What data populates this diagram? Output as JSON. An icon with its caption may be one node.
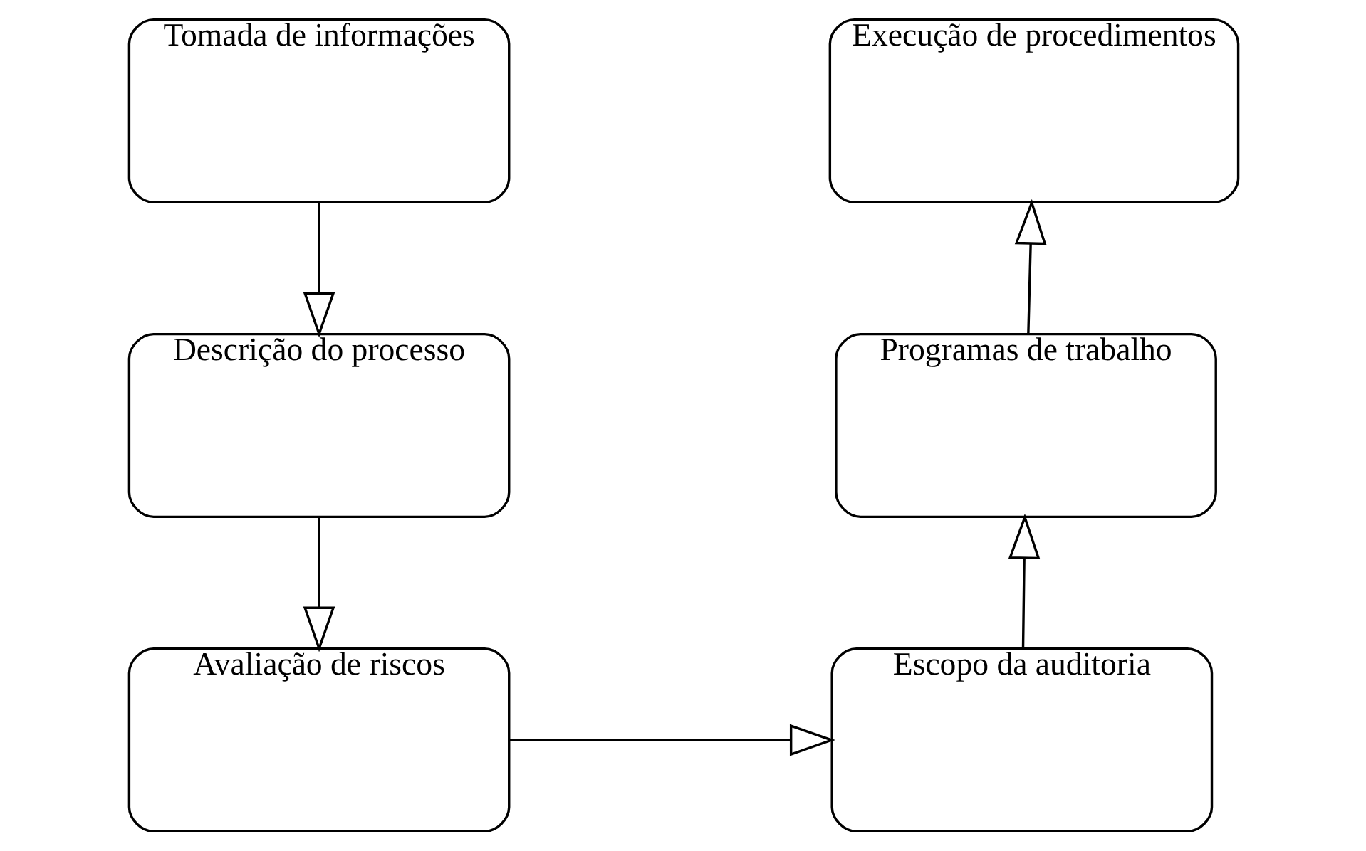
{
  "diagram": {
    "nodes": [
      {
        "text": [
          "Tomada de informações"
        ]
      },
      {
        "text": [
          "Descrição do processo"
        ]
      },
      {
        "text": [
          "Avaliação de riscos"
        ]
      },
      {
        "text": [
          "Execução de procedimentos"
        ]
      },
      {
        "text": [
          "Programas de trabalho"
        ]
      },
      {
        "text": [
          "Escopo da auditoria"
        ]
      }
    ],
    "edges": [
      {
        "from": 0,
        "to": 1,
        "arrow": "to"
      },
      {
        "from": 1,
        "to": 2,
        "arrow": "to"
      },
      {
        "from": 2,
        "to": 5,
        "arrow": "to"
      },
      {
        "from": 5,
        "to": 4,
        "arrow": "to"
      },
      {
        "from": 4,
        "to": 3,
        "arrow": "to"
      }
    ]
  }
}
